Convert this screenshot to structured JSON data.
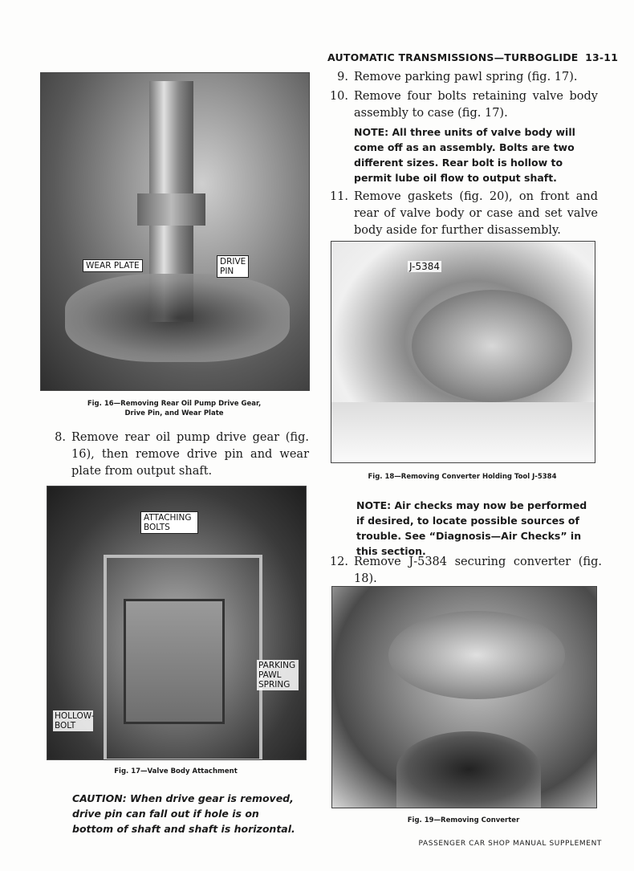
{
  "header": {
    "title": "AUTOMATIC TRANSMISSIONS—TURBOGLIDE",
    "page_number": "13-11"
  },
  "figures": {
    "fig16": {
      "labels": [
        "WEAR PLATE",
        "DRIVE PIN"
      ],
      "caption_line1": "Fig. 16—Removing Rear Oil Pump Drive Gear,",
      "caption_line2": "Drive Pin, and Wear Plate"
    },
    "fig17": {
      "labels": [
        "ATTACHING BOLTS",
        "PARKING PAWL SPRING",
        "HOLLOW-BOLT"
      ],
      "caption": "Fig. 17—Valve Body Attachment"
    },
    "fig18": {
      "labels": [
        "J-5384"
      ],
      "caption": "Fig. 18—Removing Converter Holding Tool J-5384"
    },
    "fig19": {
      "caption": "Fig. 19—Removing Converter"
    }
  },
  "steps": [
    {
      "num": "8.",
      "text": "Remove rear oil pump drive gear (fig. 16), then remove drive pin and wear plate from output shaft."
    },
    {
      "num": "9.",
      "text": "Remove parking pawl spring (fig. 17)."
    },
    {
      "num": "10.",
      "text": "Remove four bolts retaining valve body assembly to case (fig. 17)."
    },
    {
      "num": "11.",
      "text": "Remove gaskets (fig. 20), on front and rear of valve body or case and set valve body aside for further disassembly."
    },
    {
      "num": "12.",
      "text": "Remove J-5384 securing converter (fig. 18)."
    }
  ],
  "notes": {
    "valve_body": "NOTE: All three units of valve body will come off as an assembly. Bolts are two different sizes. Rear bolt is hollow to permit lube oil flow to output shaft.",
    "air_checks": "NOTE: Air checks may now be performed if desired, to locate possible sources of trouble. See “Diagnosis—Air Checks” in this section."
  },
  "caution": "CAUTION: When drive gear is removed, drive pin can fall out if hole is on bottom of shaft and shaft is horizontal.",
  "footer": "PASSENGER CAR SHOP MANUAL SUPPLEMENT"
}
